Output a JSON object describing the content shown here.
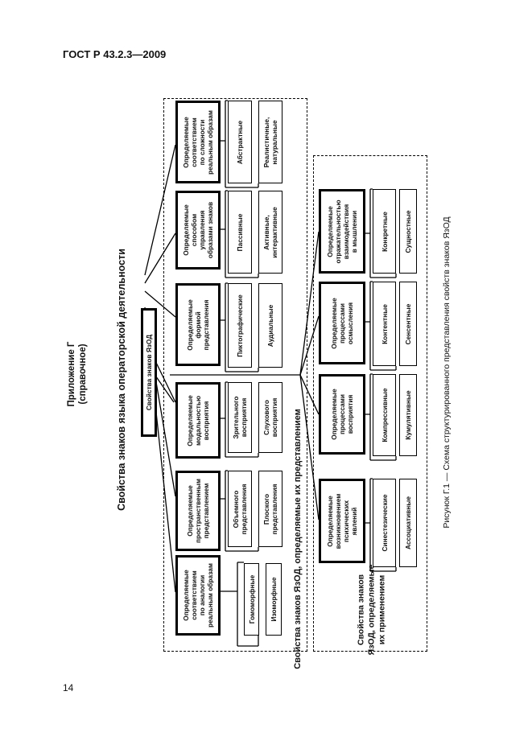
{
  "header": {
    "doc_id": "ГОСТ Р 43.2.3—2009"
  },
  "annex": {
    "title": "Приложение Г",
    "status": "(справочное)"
  },
  "figure": {
    "title": "Свойства знаков языка операторской деятельности",
    "caption": "Рисунок Г.1 — Схема структурированного представления свойств знаков ЯзОД",
    "root_label": "Свойства знаков ЯзОД",
    "representation_region_label": "Свойства знаков ЯзОД, определяемые их представлением",
    "application_region_label": "Свойства знаков\nЯзОД, определяемые\nих применением",
    "representation_groups": [
      {
        "label": "Определяемые\nсоответствием\nпо аналогии\nреальным образам",
        "children": [
          "Гомоморфные",
          "Изоморфные"
        ]
      },
      {
        "label": "Определяемые\nпространственным\nпредставлением",
        "children": [
          "Объемного\nпредставления",
          "Плоского\nпредставления"
        ]
      },
      {
        "label": "Определяемые\nмодальностью\nвосприятия",
        "children": [
          "Зрительного\nвосприятия",
          "Слухового\nвосприятия"
        ]
      },
      {
        "label": "Определяемые\nформой\nпредставления",
        "children": [
          "Пиктографические",
          "Аудиальные"
        ]
      },
      {
        "label": "Определяемые\nспособом\nуправления\nобразами знаков",
        "children": [
          "Пассивные",
          "Активные,\nинтерактивные"
        ]
      },
      {
        "label": "Определяемые\nсоответствием\nпо сложности\nреальным образам",
        "children": [
          "Абстрактные",
          "Реалистичные,\nнатуральные"
        ]
      }
    ],
    "application_groups": [
      {
        "label": "Определяемые\nвозникновением\nпсихических\nявлений",
        "children": [
          "Синестезические",
          "Ассоциативные"
        ]
      },
      {
        "label": "Определяемые\nпроцессами\nвосприятия",
        "children": [
          "Компрессивные",
          "Кумулятивные"
        ]
      },
      {
        "label": "Определяемые\nпроцессами\nосмысления",
        "children": [
          "Контентные",
          "Сенсентные"
        ]
      },
      {
        "label": "Определяемые\nотражательностью\nвзаимодействия\nв мышлении",
        "children": [
          "Конкретные",
          "Сущностные"
        ]
      }
    ]
  },
  "page_number": "14"
}
